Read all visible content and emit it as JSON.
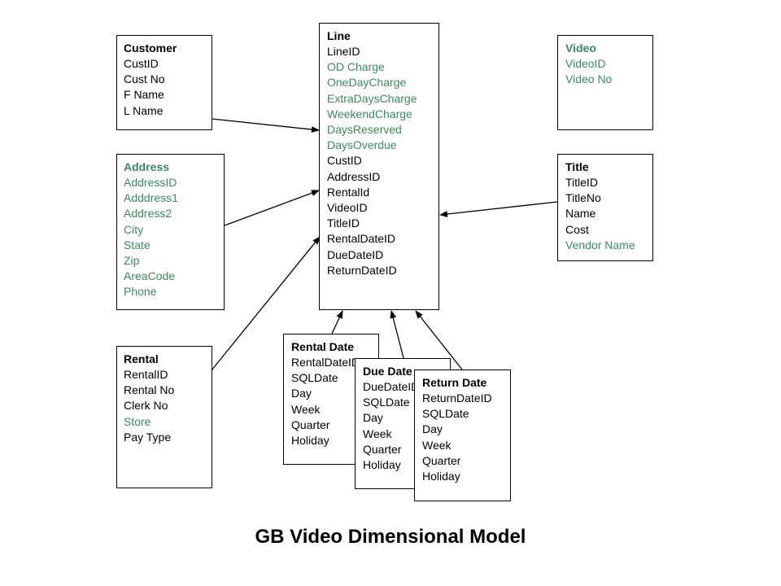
{
  "title": "GB Video Dimensional Model",
  "colors": {
    "accent_field": "#3a8a5c",
    "default_field": "#000000"
  },
  "entities": {
    "customer": {
      "name": "Customer",
      "fields": [
        {
          "text": "CustID",
          "color": "black"
        },
        {
          "text": "Cust No",
          "color": "black"
        },
        {
          "text": "F Name",
          "color": "black"
        },
        {
          "text": "L Name",
          "color": "black"
        }
      ]
    },
    "address": {
      "name": "Address",
      "name_color": "green",
      "fields": [
        {
          "text": "AddressID",
          "color": "green"
        },
        {
          "text": "Adddress1",
          "color": "green"
        },
        {
          "text": "Address2",
          "color": "green"
        },
        {
          "text": "City",
          "color": "green"
        },
        {
          "text": "State",
          "color": "green"
        },
        {
          "text": "Zip",
          "color": "green"
        },
        {
          "text": "AreaCode",
          "color": "green"
        },
        {
          "text": "Phone",
          "color": "green"
        }
      ]
    },
    "rental": {
      "name": "Rental",
      "fields": [
        {
          "text": "RentalID",
          "color": "black"
        },
        {
          "text": "Rental No",
          "color": "black"
        },
        {
          "text": "Clerk No",
          "color": "black"
        },
        {
          "text": "Store",
          "color": "green"
        },
        {
          "text": "Pay Type",
          "color": "black"
        }
      ]
    },
    "line": {
      "name": "Line",
      "fields": [
        {
          "text": "LineID",
          "color": "black"
        },
        {
          "text": "OD Charge",
          "color": "green"
        },
        {
          "text": "OneDayCharge",
          "color": "green"
        },
        {
          "text": "ExtraDaysCharge",
          "color": "green"
        },
        {
          "text": "WeekendCharge",
          "color": "green"
        },
        {
          "text": "DaysReserved",
          "color": "green"
        },
        {
          "text": "DaysOverdue",
          "color": "green"
        },
        {
          "text": "CustID",
          "color": "black"
        },
        {
          "text": "AddressID",
          "color": "black"
        },
        {
          "text": "RentalId",
          "color": "black"
        },
        {
          "text": "VideoID",
          "color": "black"
        },
        {
          "text": "TitleID",
          "color": "black"
        },
        {
          "text": "RentalDateID",
          "color": "black"
        },
        {
          "text": "DueDateID",
          "color": "black"
        },
        {
          "text": "ReturnDateID",
          "color": "black"
        }
      ]
    },
    "video": {
      "name": "Video",
      "name_color": "green",
      "fields": [
        {
          "text": "VideoID",
          "color": "green"
        },
        {
          "text": "Video No",
          "color": "green"
        }
      ]
    },
    "title_dim": {
      "name": "Title",
      "fields": [
        {
          "text": "TitleID",
          "color": "black"
        },
        {
          "text": "TitleNo",
          "color": "black"
        },
        {
          "text": "Name",
          "color": "black"
        },
        {
          "text": "Cost",
          "color": "black"
        },
        {
          "text": "Vendor Name",
          "color": "green"
        }
      ]
    },
    "rental_date": {
      "name": "Rental Date",
      "fields": [
        {
          "text": "RentalDateID",
          "color": "black"
        },
        {
          "text": "SQLDate",
          "color": "black"
        },
        {
          "text": "Day",
          "color": "black"
        },
        {
          "text": "Week",
          "color": "black"
        },
        {
          "text": "Quarter",
          "color": "black"
        },
        {
          "text": "Holiday",
          "color": "black"
        }
      ]
    },
    "due_date": {
      "name": "Due Date",
      "fields": [
        {
          "text": "DueDateID",
          "color": "black"
        },
        {
          "text": "SQLDate",
          "color": "black"
        },
        {
          "text": "Day",
          "color": "black"
        },
        {
          "text": "Week",
          "color": "black"
        },
        {
          "text": "Quarter",
          "color": "black"
        },
        {
          "text": "Holiday",
          "color": "black"
        }
      ]
    },
    "return_date": {
      "name": "Return Date",
      "fields": [
        {
          "text": "ReturnDateID",
          "color": "black"
        },
        {
          "text": "SQLDate",
          "color": "black"
        },
        {
          "text": "Day",
          "color": "black"
        },
        {
          "text": "Week",
          "color": "black"
        },
        {
          "text": "Quarter",
          "color": "black"
        },
        {
          "text": "Holiday",
          "color": "black"
        }
      ]
    }
  },
  "relationships": [
    {
      "from": "customer",
      "to": "line"
    },
    {
      "from": "address",
      "to": "line"
    },
    {
      "from": "rental",
      "to": "line"
    },
    {
      "from": "title_dim",
      "to": "line"
    },
    {
      "from": "rental_date",
      "to": "line"
    },
    {
      "from": "due_date",
      "to": "line"
    },
    {
      "from": "return_date",
      "to": "line"
    }
  ]
}
